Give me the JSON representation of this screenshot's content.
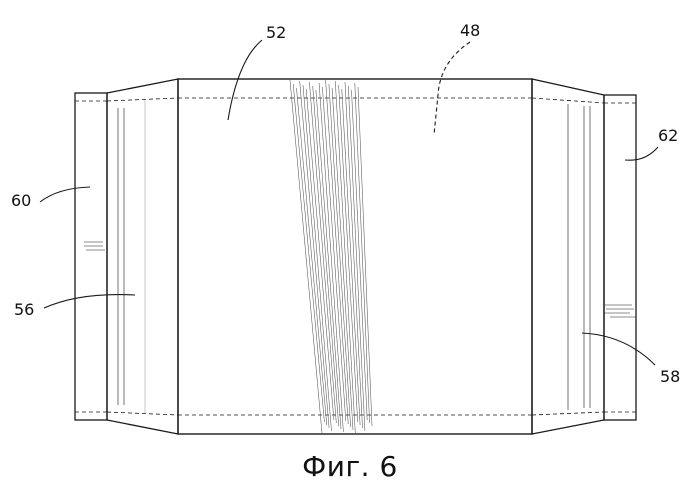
{
  "figure": {
    "caption": "Фиг. 6",
    "line_color": "#1a1a1a",
    "hatch_color": "#555555",
    "reference_labels": {
      "r48": "48",
      "r52": "52",
      "r56": "56",
      "r58": "58",
      "r60": "60",
      "r62": "62"
    }
  }
}
